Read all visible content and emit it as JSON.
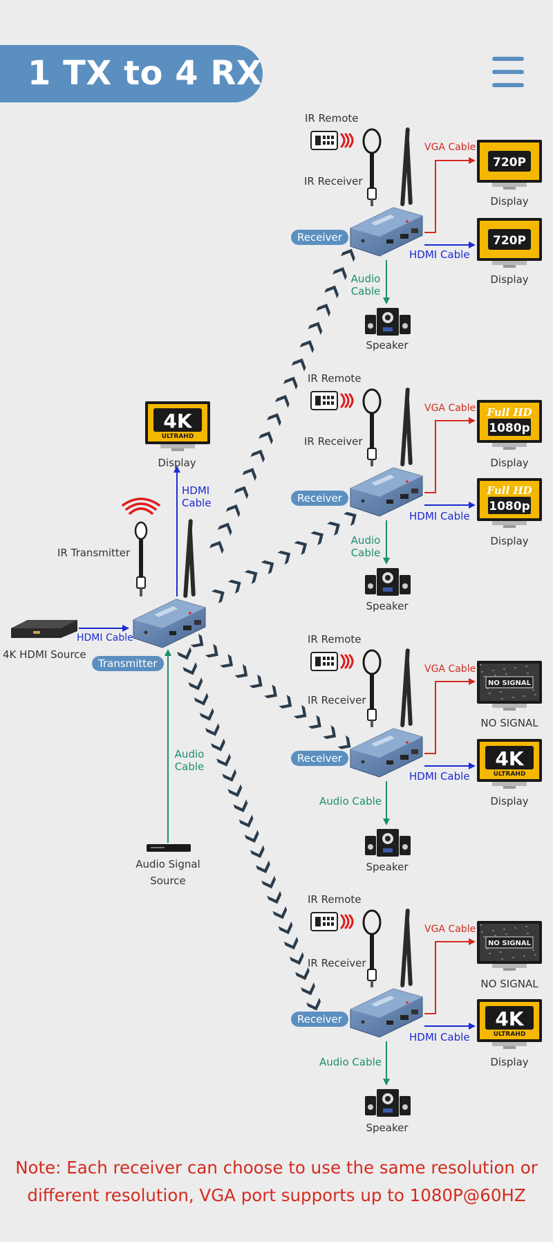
{
  "header": {
    "title": "1 TX to 4 RX",
    "menu_icon": "hamburger-menu-icon",
    "accent_color": "#5b8fbf"
  },
  "transmitter": {
    "label": "Transmitter",
    "ir_transmitter": "IR Transmitter",
    "hdmi_out_cable": "HDMI Cable",
    "display_badge_main": "4K",
    "display_badge_sub": "ULTRAHD",
    "display_label": "Display",
    "source_label": "4K HDMI Source",
    "source_cable": "HDMI Cable",
    "audio_cable": "Audio Cable",
    "audio_source": "Audio Signal Source"
  },
  "receivers": [
    {
      "label": "Receiver",
      "ir_remote": "IR Remote",
      "ir_receiver": "IR Receiver",
      "vga_cable": "VGA Cable",
      "hdmi_cable": "HDMI Cable",
      "audio_cable": "Audio Cable",
      "speaker": "Speaker",
      "vga_display": {
        "type": "720p",
        "badge": "720P",
        "label": "Display"
      },
      "hdmi_display": {
        "type": "720p",
        "badge": "720P",
        "label": "Display"
      }
    },
    {
      "label": "Receiver",
      "ir_remote": "IR Remote",
      "ir_receiver": "IR Receiver",
      "vga_cable": "VGA Cable",
      "hdmi_cable": "HDMI Cable",
      "audio_cable": "Audio Cable",
      "speaker": "Speaker",
      "vga_display": {
        "type": "fullhd",
        "badge_top": "Full HD",
        "badge": "1080p",
        "label": "Display"
      },
      "hdmi_display": {
        "type": "fullhd",
        "badge_top": "Full HD",
        "badge": "1080p",
        "label": "Display"
      }
    },
    {
      "label": "Receiver",
      "ir_remote": "IR Remote",
      "ir_receiver": "IR Receiver",
      "vga_cable": "VGA Cable",
      "hdmi_cable": "HDMI Cable",
      "audio_cable": "Audio Cable",
      "speaker": "Speaker",
      "vga_display": {
        "type": "nosignal",
        "badge": "NO SIGNAL",
        "label": "NO SIGNAL"
      },
      "hdmi_display": {
        "type": "4k",
        "badge": "4K",
        "badge_sub": "ULTRAHD",
        "label": "Display"
      }
    },
    {
      "label": "Receiver",
      "ir_remote": "IR Remote",
      "ir_receiver": "IR Receiver",
      "vga_cable": "VGA Cable",
      "hdmi_cable": "HDMI Cable",
      "audio_cable": "Audio Cable",
      "speaker": "Speaker",
      "vga_display": {
        "type": "nosignal",
        "badge": "NO SIGNAL",
        "label": "NO SIGNAL"
      },
      "hdmi_display": {
        "type": "4k",
        "badge": "4K",
        "badge_sub": "ULTRAHD",
        "label": "Display"
      }
    }
  ],
  "colors": {
    "vga": "#d42b1e",
    "hdmi": "#1d2bd0",
    "audio": "#1d8e6e",
    "signal_arrows": "#2b3c4b",
    "ir_wave": "#e01b1b",
    "display_gold": "#f5b800"
  },
  "note": {
    "line1": "Note: Each receiver can choose to use the same resolution or",
    "line2": "different resolution,  VGA port supports up to 1080P@60HZ"
  }
}
